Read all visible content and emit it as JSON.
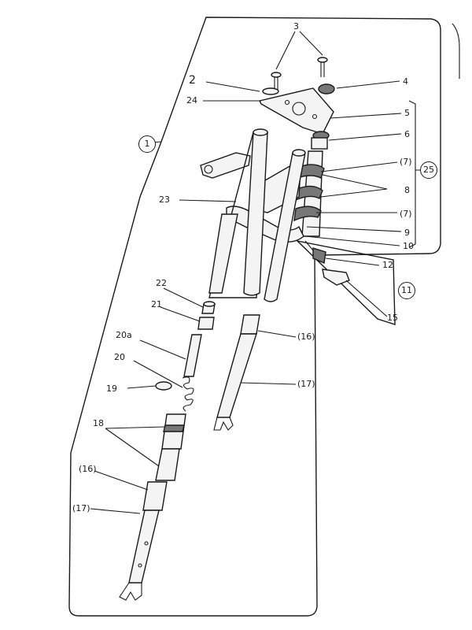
{
  "labels": {
    "l3": "3",
    "l2": "2",
    "l4": "4",
    "l24": "24",
    "l5": "5",
    "l6": "6",
    "l7a": "(7)",
    "l8": "8",
    "l7b": "(7)",
    "l9": "9",
    "l10": "10",
    "l12": "12",
    "l15": "15",
    "l23": "23",
    "l22": "22",
    "l21": "21",
    "l20a": "20a",
    "l20": "20",
    "l19": "19",
    "l18": "18",
    "l16a": "(16)",
    "l17a": "(17)",
    "l16b": "(16)",
    "l17b": "(17)"
  },
  "callouts": {
    "c1": "1",
    "c25": "25",
    "c11": "11"
  }
}
